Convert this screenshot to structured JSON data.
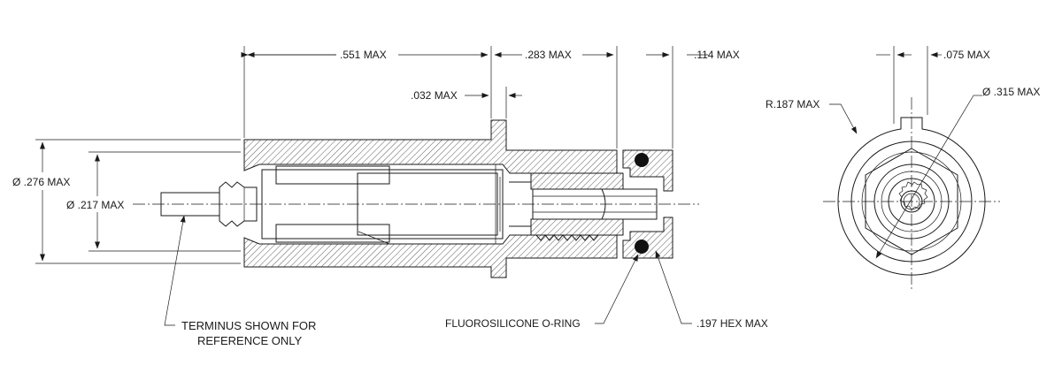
{
  "dimensions": {
    "dim_551": ".551 MAX",
    "dim_283": ".283 MAX",
    "dim_114": ".114 MAX",
    "dim_032": ".032 MAX",
    "dim_276": "Ø .276 MAX",
    "dim_217": "Ø .217 MAX",
    "dim_075": ".075 MAX",
    "dim_r187": "R.187 MAX",
    "dim_315": "Ø .315 MAX"
  },
  "callouts": {
    "terminus_line1": "TERMINUS SHOWN FOR",
    "terminus_line2": "REFERENCE ONLY",
    "oring": "FLUOROSILICONE O-RING",
    "hex": ".197 HEX MAX"
  }
}
